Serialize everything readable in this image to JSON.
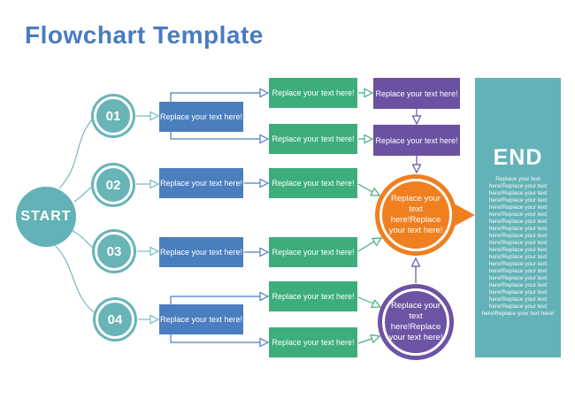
{
  "title": "Flowchart Template",
  "placeholder": "Replace your text here!",
  "start": {
    "label": "START"
  },
  "steps": [
    {
      "number": "01"
    },
    {
      "number": "02"
    },
    {
      "number": "03"
    },
    {
      "number": "04"
    }
  ],
  "decisions": {
    "orange": "Replace your text here!Replace your text here!",
    "purple": "Replace your text here!Replace your text here!"
  },
  "end": {
    "label": "END",
    "body": "Replace your text here!Replace your text here!Replace your text here!Replace your text here!Replace your text here!Replace your text here!Replace your text here!Replace your text here!Replace your text here!Replace your text here!Replace your text here!Replace your text here!Replace your text here!Replace your text here!Replace your text here!Replace your text here!Replace your text here!Replace your text here!Replace your text here!Replace your text here!"
  },
  "colors": {
    "title_blue": "#4A7BC0",
    "teal": "#63B2B7",
    "process_blue": "#4B7EBE",
    "process_green": "#3DAE7B",
    "process_purple": "#6B51A1",
    "decision_orange": "#EF7F1F",
    "decision_purple": "#6D53A3"
  }
}
